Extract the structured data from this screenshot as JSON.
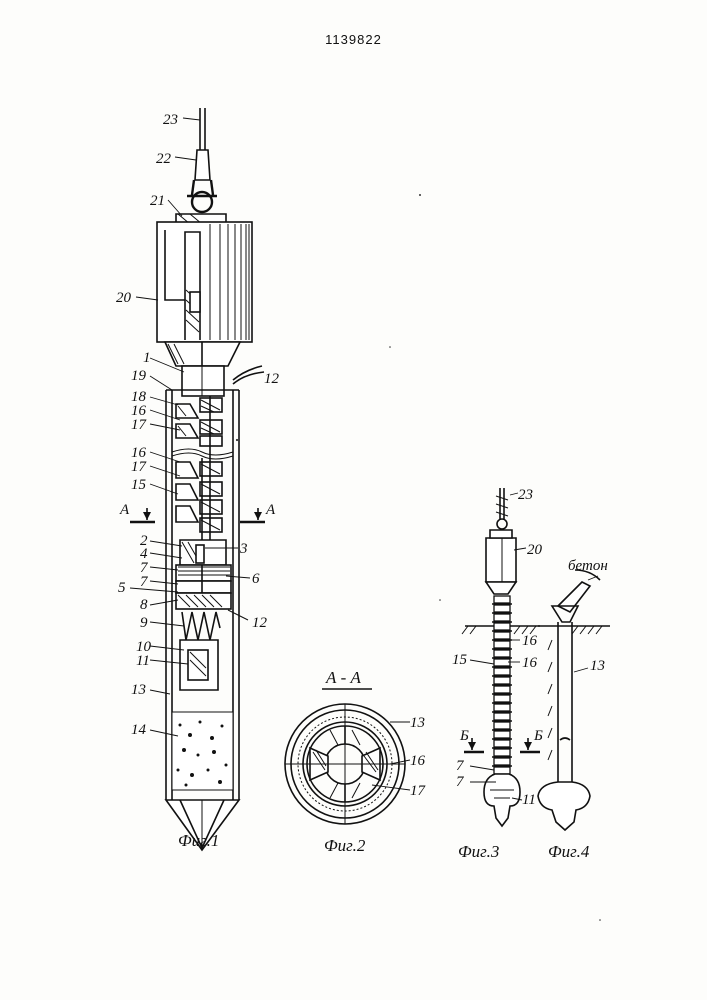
{
  "document": {
    "number": "1139822"
  },
  "figures": {
    "fig1": {
      "caption": "Фиг.1"
    },
    "fig2": {
      "caption": "Фиг.2",
      "section_title": "А - А"
    },
    "fig3": {
      "caption": "Фиг.3"
    },
    "fig4": {
      "caption": "Фиг.4",
      "material_label": "бетон"
    }
  },
  "fig1_labels": {
    "l23": "23",
    "l22": "22",
    "l21": "21",
    "l20": "20",
    "l1": "1",
    "l19": "19",
    "l18": "18",
    "l16a": "16",
    "l17a": "17",
    "l16b": "16",
    "l17b": "17",
    "l15": "15",
    "l2": "2",
    "l4": "4",
    "l7a": "7",
    "l7b": "7",
    "l5": "5",
    "l8": "8",
    "l9": "9",
    "l10": "10",
    "l11": "11",
    "l13": "13",
    "l14": "14",
    "l3": "3",
    "l6": "6",
    "l12a": "12",
    "l12b": "12",
    "secA_left": "А",
    "secA_right": "А"
  },
  "fig2_labels": {
    "l13": "13",
    "l16": "16",
    "l17": "17"
  },
  "fig3_labels": {
    "l23": "23",
    "l20": "20",
    "l15": "15",
    "l16a": "16",
    "l16b": "16",
    "l7a": "7",
    "l7b": "7",
    "l11": "11",
    "secB_left": "Б",
    "secB_right": "Б"
  },
  "fig4_labels": {
    "l13": "13"
  }
}
